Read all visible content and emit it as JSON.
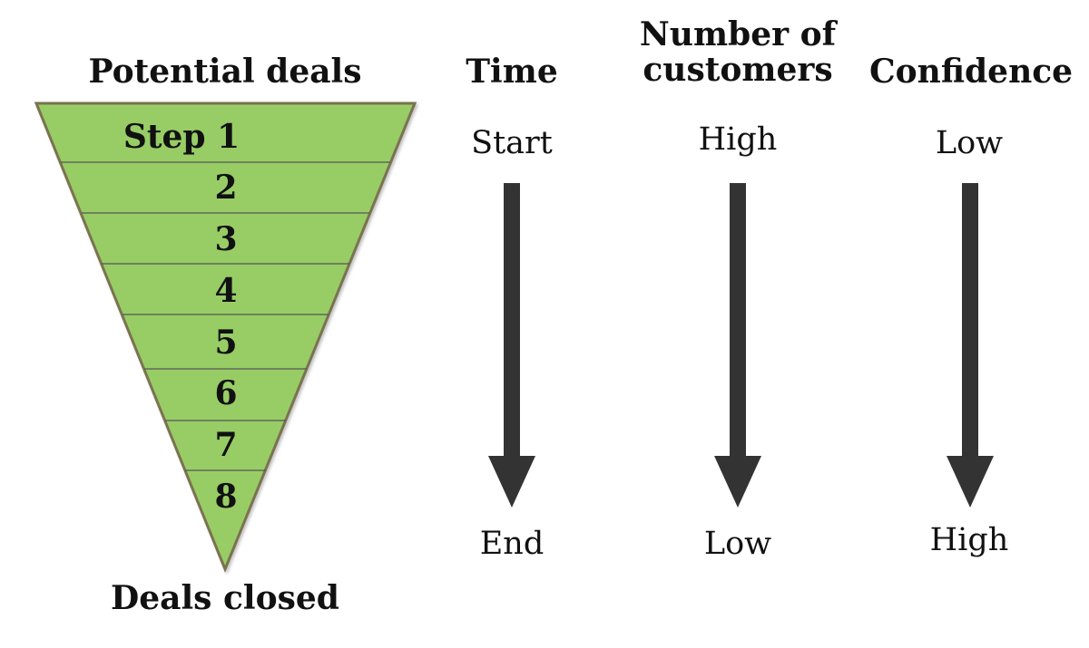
{
  "funnel": {
    "title": "Potential deals",
    "footer": "Deals closed",
    "levels": [
      "Step 1",
      "2",
      "3",
      "4",
      "5",
      "6",
      "7",
      "8"
    ],
    "fill_color": "#98cd66",
    "border_color": "#7a7350"
  },
  "columns": [
    {
      "title": "Time",
      "top": "Start",
      "bottom": "End"
    },
    {
      "title_line1": "Number of",
      "title_line2": "customers",
      "top": "High",
      "bottom": "Low"
    },
    {
      "title": "Confidence",
      "top": "Low",
      "bottom": "High"
    }
  ],
  "arrow_color": "#333333"
}
